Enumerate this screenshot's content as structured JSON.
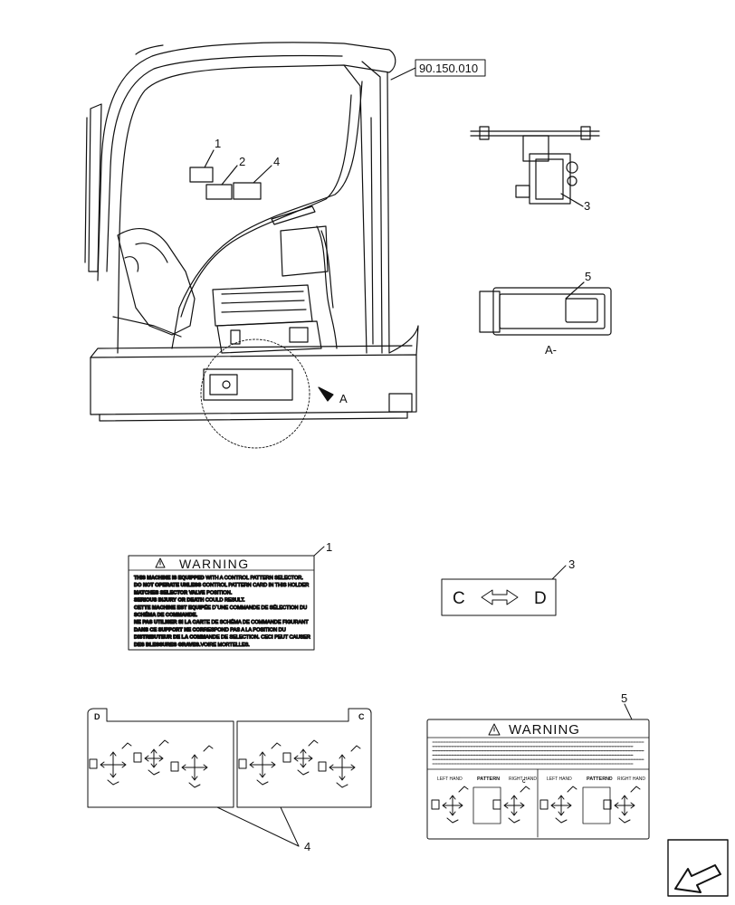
{
  "reference": {
    "label": "90.150.010"
  },
  "callouts": [
    "1",
    "2",
    "4",
    "3",
    "5",
    "1",
    "3",
    "5",
    "4"
  ],
  "view_labels": {
    "view_a_arrow": "A",
    "view_a_title": "A-"
  },
  "decal_1": {
    "title": "WARNING",
    "lines": [
      {
        "bold": "THIS MACHINE IS EQUIPPED",
        "text": " WITH A CONTROL PATTERN SELECTOR."
      },
      {
        "bold": "DO NOT OPERATE UNLESS C",
        "text": "ONTROL PATTERN CARD IN THIS HOLDER"
      },
      {
        "bold": "MATCHES SELECTOR VALVE",
        "text": " POSITION."
      },
      {
        "bold": "SERIOUS INJURY OR DEATH",
        "text": " COULD RESULT."
      },
      {
        "bold": "CETTE MACHINE EST EQUIP",
        "text": "ÉE D`UNE COMMANDE DE SÉLECTION DU"
      },
      {
        "bold": "SCHÉMA DE COMMANDE.",
        "text": ""
      },
      {
        "bold": "NE PAS UTILISER SI LA CAR",
        "text": "TE DE SCHÉMA DE COMMANDE FIGURANT"
      },
      {
        "bold": "DANS CE SUPPORT NE COR",
        "text": "RESPOND PAS A LA POSITION DU"
      },
      {
        "bold": "DISTRIBUTEUR DE LA COMM",
        "text": "ANDE DE SELECTION. CECI PEUT CAUSER"
      },
      {
        "bold": "DES BLESSURES GRAVES.",
        "text": "VOIRE MORTELLES."
      }
    ]
  },
  "decal_3": {
    "left": "C",
    "right": "D"
  },
  "decal_4": {
    "left_tab": "D",
    "right_tab": "C"
  },
  "decal_5": {
    "title": "WARNING",
    "pattern_label": "PATTERN",
    "left_side": "LEFT HAND",
    "right_side": "RIGHT HAND",
    "left_mark": "C",
    "right_mark": "D"
  }
}
